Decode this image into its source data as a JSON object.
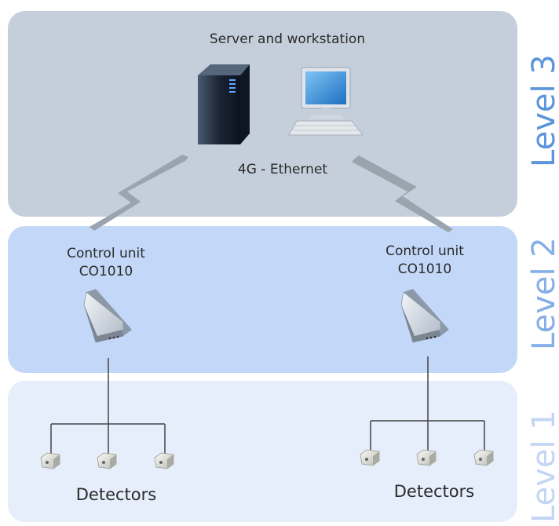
{
  "diagram": {
    "levels": [
      {
        "label": "Level 3",
        "color": "#5b95db"
      },
      {
        "label": "Level 2",
        "color": "#86aee8"
      },
      {
        "label": "Level 1",
        "color": "#c2d6f4"
      }
    ],
    "server_title": "Server and workstation",
    "network_label": "4G - Ethernet",
    "control_units": [
      {
        "line1": "Control unit",
        "line2": "CO1010"
      },
      {
        "line1": "Control unit",
        "line2": "CO1010"
      }
    ],
    "detector_groups": [
      {
        "label": "Detectors",
        "count": 3
      },
      {
        "label": "Detectors",
        "count": 3
      }
    ]
  }
}
